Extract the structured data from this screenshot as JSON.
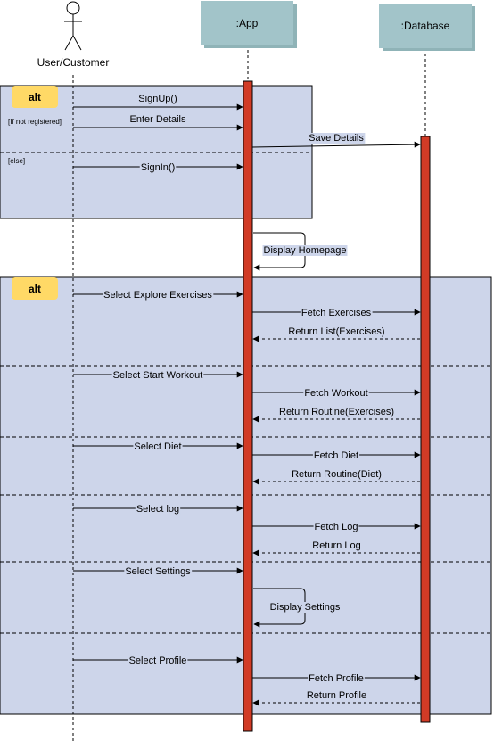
{
  "actors": {
    "user": {
      "label": "User/Customer"
    },
    "app": {
      "label": ":App"
    },
    "database": {
      "label": ":Database"
    }
  },
  "fragments": [
    {
      "operator": "alt",
      "guards": [
        "[If not registered]",
        "[else]"
      ]
    },
    {
      "operator": "alt",
      "guards": []
    }
  ],
  "messages": [
    {
      "id": "signup",
      "label": "SignUp()",
      "from": "user",
      "to": "app",
      "kind": "sync"
    },
    {
      "id": "enter-details",
      "label": "Enter Details",
      "from": "user",
      "to": "app",
      "kind": "sync"
    },
    {
      "id": "save-details",
      "label": "Save Details",
      "from": "app",
      "to": "database",
      "kind": "sync"
    },
    {
      "id": "signin",
      "label": "SignIn()",
      "from": "user",
      "to": "app",
      "kind": "sync"
    },
    {
      "id": "display-homepage",
      "label": "Display Homepage",
      "from": "app",
      "to": "app",
      "kind": "self"
    },
    {
      "id": "select-explore",
      "label": "Select Explore Exercises",
      "from": "user",
      "to": "app",
      "kind": "sync"
    },
    {
      "id": "fetch-exercises",
      "label": "Fetch Exercises",
      "from": "app",
      "to": "database",
      "kind": "sync"
    },
    {
      "id": "return-list",
      "label": "Return List(Exercises)",
      "from": "database",
      "to": "app",
      "kind": "return"
    },
    {
      "id": "select-start-workout",
      "label": "Select Start Workout",
      "from": "user",
      "to": "app",
      "kind": "sync"
    },
    {
      "id": "fetch-workout",
      "label": "Fetch Workout",
      "from": "app",
      "to": "database",
      "kind": "sync"
    },
    {
      "id": "return-routine-ex",
      "label": "Return Routine(Exercises)",
      "from": "database",
      "to": "app",
      "kind": "return"
    },
    {
      "id": "select-diet",
      "label": "Select Diet",
      "from": "user",
      "to": "app",
      "kind": "sync"
    },
    {
      "id": "fetch-diet",
      "label": "Fetch Diet",
      "from": "app",
      "to": "database",
      "kind": "sync"
    },
    {
      "id": "return-routine-diet",
      "label": "Return Routine(Diet)",
      "from": "database",
      "to": "app",
      "kind": "return"
    },
    {
      "id": "select-log",
      "label": "Select log",
      "from": "user",
      "to": "app",
      "kind": "sync"
    },
    {
      "id": "fetch-log",
      "label": "Fetch Log",
      "from": "app",
      "to": "database",
      "kind": "sync"
    },
    {
      "id": "return-log",
      "label": "Return Log",
      "from": "database",
      "to": "app",
      "kind": "return"
    },
    {
      "id": "select-settings",
      "label": "Select Settings",
      "from": "user",
      "to": "app",
      "kind": "sync"
    },
    {
      "id": "display-settings",
      "label": "Display Settings",
      "from": "app",
      "to": "app",
      "kind": "self"
    },
    {
      "id": "select-profile",
      "label": "Select Profile",
      "from": "user",
      "to": "app",
      "kind": "sync"
    },
    {
      "id": "fetch-profile",
      "label": "Fetch Profile",
      "from": "app",
      "to": "database",
      "kind": "sync"
    },
    {
      "id": "return-profile",
      "label": "Return Profile",
      "from": "database",
      "to": "app",
      "kind": "return"
    }
  ],
  "colors": {
    "fragment_fill": "#cdd5ea",
    "operator_tag": "#ffd966",
    "participant_box": "#a2c4c9",
    "activation_bar": "#d13b26",
    "line": "#000000"
  }
}
